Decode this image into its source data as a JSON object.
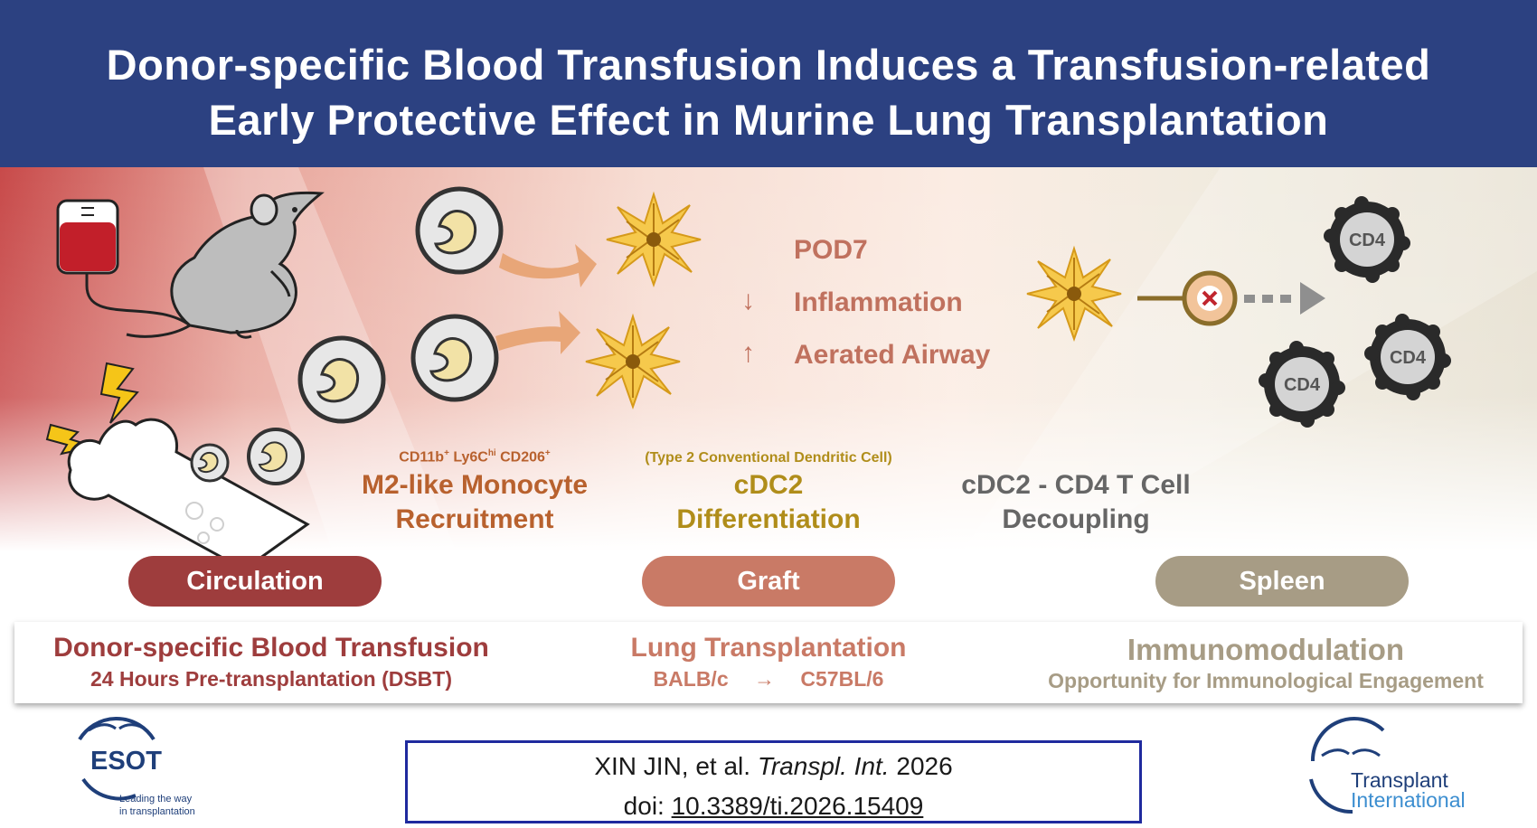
{
  "title": {
    "line1": "Donor-specific Blood Transfusion Induces a Transfusion-related",
    "line2": "Early Protective Effect in Murine Lung Transplantation"
  },
  "circulation": {
    "marker": "CD11b",
    "marker_sup1": "+",
    "marker2": " Ly6C",
    "marker_sup2": "hi",
    "marker3": " CD206",
    "marker_sup3": "+",
    "heading_line1": "M2-like Monocyte",
    "heading_line2": "Recruitment",
    "pill": "Circulation",
    "bottom_title": "Donor-specific Blood Transfusion",
    "bottom_sub": "24 Hours Pre-transplantation (DSBT)"
  },
  "graft": {
    "note": "(Type 2 Conventional Dendritic Cell)",
    "heading_line1": "cDC2",
    "heading_line2": "Differentiation",
    "pod": "POD7",
    "down_arrow": "↓",
    "down_label": "Inflammation",
    "up_arrow": "↑",
    "up_label": "Aerated Airway",
    "pill": "Graft",
    "bottom_title": "Lung Transplantation",
    "bottom_donor": "BALB/c",
    "bottom_arrow": "→",
    "bottom_recipient": "C57BL/6"
  },
  "spleen": {
    "heading_line1": "cDC2 - CD4 T Cell",
    "heading_line2": "Decoupling",
    "cell_label": "CD4",
    "pill": "Spleen",
    "bottom_title": "Immunomodulation",
    "bottom_sub": "Opportunity for Immunological Engagement"
  },
  "citation": {
    "authors": "XIN JIN, et al. ",
    "journal": "Transpl. Int.",
    "year": " 2026",
    "doi_label": "doi: ",
    "doi": "10.3389/ti.2026.15409"
  },
  "logos": {
    "esot_name": "ESOT",
    "esot_tag1": "Leading the way",
    "esot_tag2": "in transplantation",
    "ti_line1": "Transplant",
    "ti_line2": "International"
  },
  "colors": {
    "header": "#2c4181",
    "circulation": "#9e3d3d",
    "graft": "#c97a66",
    "spleen": "#a79c85",
    "monocyte_orange": "#b8612e",
    "cdc2_olive": "#b08d1a",
    "pod_text": "#c0715e",
    "cd4_text": "#555555"
  }
}
